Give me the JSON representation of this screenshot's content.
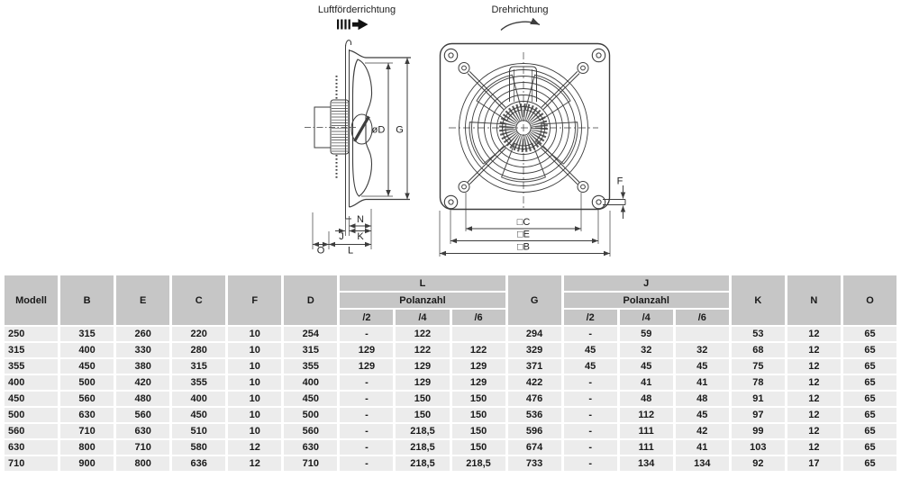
{
  "drawing": {
    "airflow_label": "Luftförderrichtung",
    "rotation_label": "Drehrichtung",
    "dim_labels": {
      "d": "øD",
      "g": "G",
      "n": "N",
      "j": "J",
      "k": "K",
      "o": "O",
      "l": "L",
      "c": "□C",
      "e": "□E",
      "b": "□B",
      "f": "F"
    }
  },
  "table": {
    "headers": {
      "modell": "Modell",
      "b": "B",
      "e": "E",
      "c": "C",
      "f": "F",
      "d": "D",
      "g": "G",
      "k": "K",
      "n": "N",
      "o": "O",
      "l_group": "L",
      "j_group": "J",
      "polanzahl": "Polanzahl",
      "p2": "/2",
      "p4": "/4",
      "p6": "/6"
    },
    "rows": [
      [
        "250",
        "315",
        "260",
        "220",
        "10",
        "254",
        "-",
        "122",
        "",
        "294",
        "-",
        "59",
        "",
        "53",
        "12",
        "65"
      ],
      [
        "315",
        "400",
        "330",
        "280",
        "10",
        "315",
        "129",
        "122",
        "122",
        "329",
        "45",
        "32",
        "32",
        "68",
        "12",
        "65"
      ],
      [
        "355",
        "450",
        "380",
        "315",
        "10",
        "355",
        "129",
        "129",
        "129",
        "371",
        "45",
        "45",
        "45",
        "75",
        "12",
        "65"
      ],
      [
        "400",
        "500",
        "420",
        "355",
        "10",
        "400",
        "-",
        "129",
        "129",
        "422",
        "-",
        "41",
        "41",
        "78",
        "12",
        "65"
      ],
      [
        "450",
        "560",
        "480",
        "400",
        "10",
        "450",
        "-",
        "150",
        "150",
        "476",
        "-",
        "48",
        "48",
        "91",
        "12",
        "65"
      ],
      [
        "500",
        "630",
        "560",
        "450",
        "10",
        "500",
        "-",
        "150",
        "150",
        "536",
        "-",
        "112",
        "45",
        "97",
        "12",
        "65"
      ],
      [
        "560",
        "710",
        "630",
        "510",
        "10",
        "560",
        "-",
        "218,5",
        "150",
        "596",
        "-",
        "111",
        "42",
        "99",
        "12",
        "65"
      ],
      [
        "630",
        "800",
        "710",
        "580",
        "12",
        "630",
        "-",
        "218,5",
        "150",
        "674",
        "-",
        "111",
        "41",
        "103",
        "12",
        "65"
      ],
      [
        "710",
        "900",
        "800",
        "636",
        "12",
        "710",
        "-",
        "218,5",
        "218,5",
        "733",
        "-",
        "134",
        "134",
        "92",
        "17",
        "65"
      ]
    ]
  }
}
